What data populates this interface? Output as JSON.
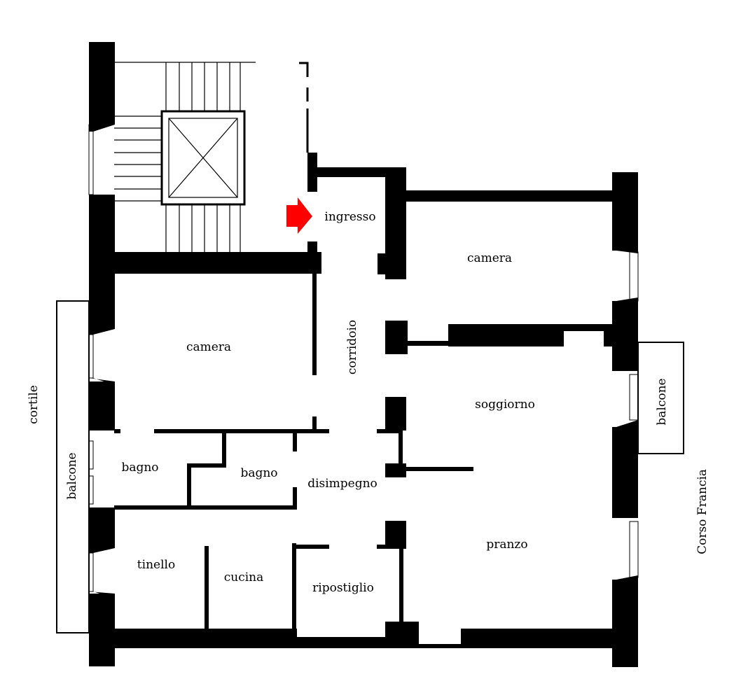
{
  "colors": {
    "wall": "#000000",
    "background": "#ffffff",
    "entrance_arrow": "#ff0000"
  },
  "labels": {
    "ingresso": "ingresso",
    "camera_top": "camera",
    "camera_left": "camera",
    "corridoio": "corridoio",
    "soggiorno": "soggiorno",
    "bagno_left": "bagno",
    "bagno_center": "bagno",
    "disimpegno": "disimpegno",
    "pranzo": "pranzo",
    "tinello": "tinello",
    "cucina": "cucina",
    "ripostiglio": "ripostiglio",
    "balcone_left": "balcone",
    "balcone_right": "balcone",
    "cortile": "cortile",
    "corso_francia": "Corso Francia"
  },
  "icons": {
    "entrance": "entrance-arrow-icon",
    "elevator": "elevator-icon",
    "stairs": "staircase-icon"
  }
}
